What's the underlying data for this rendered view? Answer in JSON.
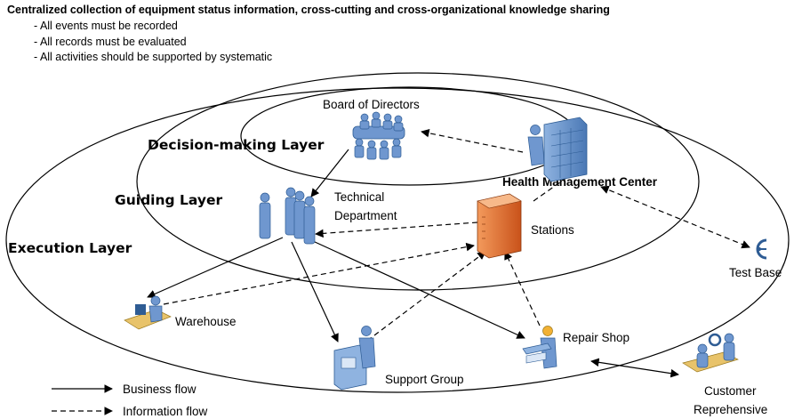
{
  "header": {
    "title": "Centralized collection of equipment status information, cross-cutting and cross-organizational knowledge sharing",
    "bullets": [
      "- All events must be recorded",
      "- All records must be evaluated",
      "- All activities should be supported by systematic"
    ]
  },
  "layers": {
    "decision": "Decision-making Layer",
    "guiding": "Guiding Layer",
    "execution": "Execution Layer"
  },
  "nodes": {
    "board": "Board of Directors",
    "hmc": "Health Management Center",
    "technical_line1": "Technical",
    "technical_line2": "Department",
    "stations": "Stations",
    "test_base": "Test Base",
    "warehouse": "Warehouse",
    "support_group": "Support Group",
    "repair_shop": "Repair Shop",
    "customer_line1": "Customer",
    "customer_line2": "Reprehensive"
  },
  "legend": {
    "business_flow": "Business flow",
    "information_flow": "Information flow"
  },
  "colors": {
    "figure_blue": "#6f97cf",
    "figure_dark": "#2e5c94",
    "server_orange": "#e46c2a",
    "line": "#000000"
  }
}
